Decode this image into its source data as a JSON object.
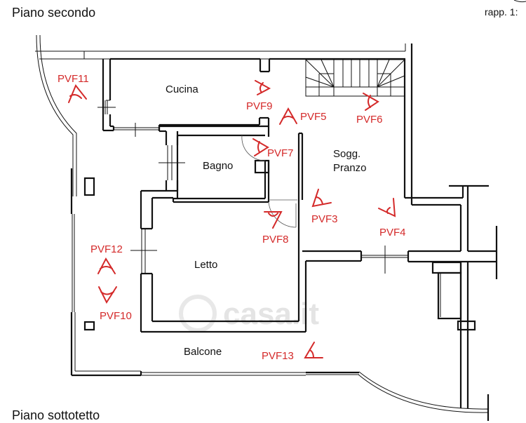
{
  "titles": {
    "top": "Piano secondo",
    "bottom": "Piano sottotetto",
    "scale": "rapp. 1:"
  },
  "rooms": {
    "cucina": "Cucina",
    "bagno": "Bagno",
    "sogg_line1": "Sogg.",
    "sogg_line2": "Pranzo",
    "letto": "Letto",
    "balcone": "Balcone"
  },
  "viewpoints": [
    {
      "id": "pvf11",
      "label": "PVF11"
    },
    {
      "id": "pvf9",
      "label": "PVF9"
    },
    {
      "id": "pvf5",
      "label": "PVF5"
    },
    {
      "id": "pvf6",
      "label": "PVF6"
    },
    {
      "id": "pvf7",
      "label": "PVF7"
    },
    {
      "id": "pvf3",
      "label": "PVF3"
    },
    {
      "id": "pvf8",
      "label": "PVF8"
    },
    {
      "id": "pvf4",
      "label": "PVF4"
    },
    {
      "id": "pvf12",
      "label": "PVF12"
    },
    {
      "id": "pvf10",
      "label": "PVF10"
    },
    {
      "id": "pvf13",
      "label": "PVF13"
    }
  ],
  "watermark": "casa.it",
  "colors": {
    "wall": "#111111",
    "annotation": "#d42a2a",
    "watermark": "#cfcfcf"
  }
}
